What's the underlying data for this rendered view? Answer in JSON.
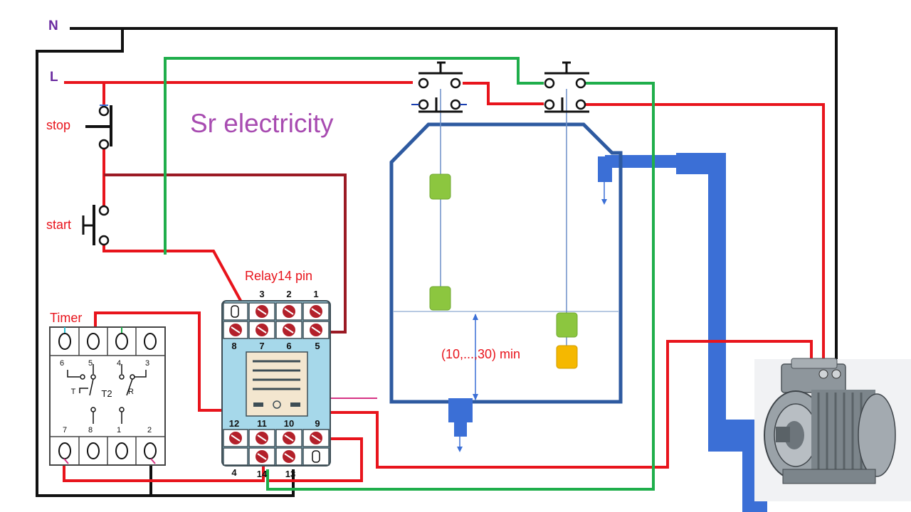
{
  "title": "Sr electricity",
  "labels": {
    "neutral": "N",
    "line": "L",
    "stop": "stop",
    "start": "start",
    "timer": "Timer",
    "relay": "Relay14 pin",
    "level_time": "(10,...,30) min"
  },
  "relay_pins": {
    "top": [
      "3",
      "2",
      "1"
    ],
    "upper_mid": [
      "8",
      "7",
      "6",
      "5"
    ],
    "lower_mid": [
      "12",
      "11",
      "10",
      "9"
    ],
    "bottom": [
      "4",
      "14",
      "13"
    ]
  },
  "timer_pins": {
    "upper": [
      "6",
      "5",
      "4",
      "3"
    ],
    "lower": [
      "7",
      "8",
      "1",
      "2"
    ],
    "t_label": "T",
    "t2_label": "T2",
    "r_label": "R"
  },
  "colors": {
    "line": "#e8141c",
    "neutral": "#111111",
    "green": "#1fae4b",
    "darkred": "#9b1a24",
    "blue": "#3b6fd6",
    "tank": "#2e5aa0",
    "relay_body": "#a6d8ea",
    "float_green": "#8cc63f",
    "float_yellow": "#f5b800",
    "title": "#a84cb1",
    "label_purple": "#6a2aa0"
  }
}
